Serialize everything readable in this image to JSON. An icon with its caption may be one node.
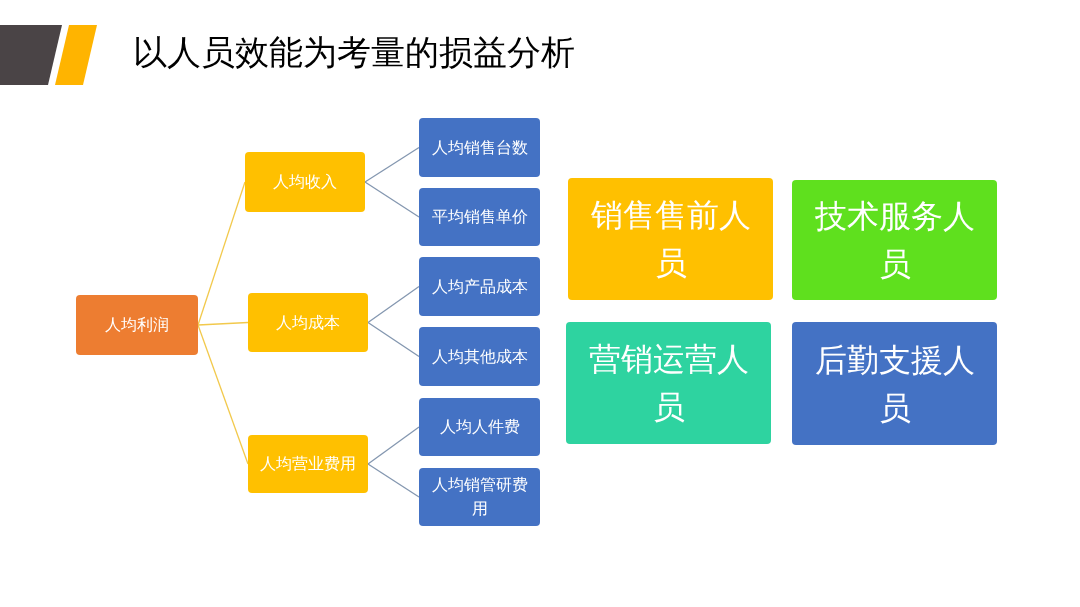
{
  "diagram": {
    "title": "以人员效能为考量的损益分析",
    "nodes": [
      {
        "text": [
          "人均利润"
        ]
      },
      {
        "text": [
          "人均收入"
        ]
      },
      {
        "text": [
          "人均成本"
        ]
      },
      {
        "text": [
          "人均营业费用"
        ]
      },
      {
        "text": [
          "人均销售台数"
        ]
      },
      {
        "text": [
          "平均销售单价"
        ]
      },
      {
        "text": [
          "人均产品成本"
        ]
      },
      {
        "text": [
          "人均其他成本"
        ]
      },
      {
        "text": [
          "人均人件费"
        ]
      },
      {
        "text": [
          "人均销管研费用"
        ]
      },
      {
        "text": [
          "销售售前人员"
        ]
      },
      {
        "text": [
          "技术服务人员"
        ]
      },
      {
        "text": [
          "营销运营人员"
        ]
      },
      {
        "text": [
          "后勤支援人员"
        ]
      }
    ],
    "edges": [
      {
        "from": 0,
        "to": 1,
        "arrow": "none",
        "color": "#f2c94c"
      },
      {
        "from": 0,
        "to": 2,
        "arrow": "none",
        "color": "#f2c94c"
      },
      {
        "from": 0,
        "to": 3,
        "arrow": "none",
        "color": "#f2c94c"
      },
      {
        "from": 1,
        "to": 4,
        "arrow": "none"
      },
      {
        "from": 1,
        "to": 5,
        "arrow": "none"
      },
      {
        "from": 2,
        "to": 6,
        "arrow": "none"
      },
      {
        "from": 2,
        "to": 7,
        "arrow": "none"
      },
      {
        "from": 3,
        "to": 8,
        "arrow": "none"
      },
      {
        "from": 3,
        "to": 9,
        "arrow": "none"
      }
    ]
  }
}
